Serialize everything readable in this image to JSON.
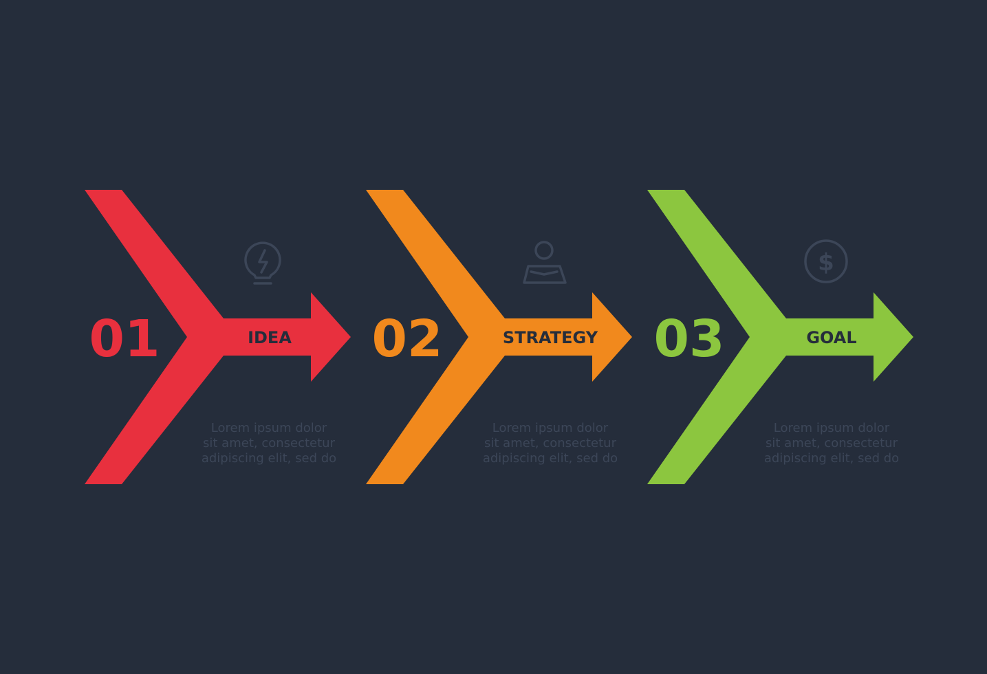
{
  "colors": {
    "background": "#252d3b",
    "muted": "#3c4658",
    "label_text": "#252d3b"
  },
  "steps": [
    {
      "number": "01",
      "label": "IDEA",
      "color": "#e8303e",
      "icon": "lightbulb-icon",
      "description": [
        "Lorem ipsum dolor",
        "sit amet, consectetur",
        "adipiscing elit, sed do"
      ]
    },
    {
      "number": "02",
      "label": "STRATEGY",
      "color": "#f1891d",
      "icon": "person-map-icon",
      "description": [
        "Lorem ipsum dolor",
        "sit amet, consectetur",
        "adipiscing elit, sed do"
      ]
    },
    {
      "number": "03",
      "label": "GOAL",
      "color": "#8cc63f",
      "icon": "dollar-icon",
      "description": [
        "Lorem ipsum dolor",
        "sit amet, consectetur",
        "adipiscing elit, sed do"
      ]
    }
  ]
}
